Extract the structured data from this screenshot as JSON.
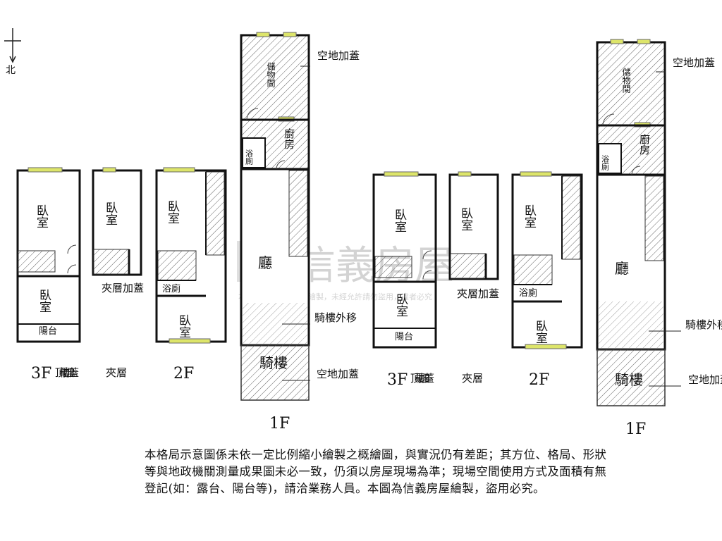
{
  "compass": "北",
  "watermark": {
    "brand": "信義房屋",
    "subtitle": "本格局圖為信義房屋繪製，未經允許請勿盜用，違者必究"
  },
  "rooms": {
    "bedroom": "臥室",
    "balcony": "陽台",
    "bath": "浴廁",
    "kitchen": "廚房",
    "storage": "儲物間",
    "living": "廳",
    "arcade": "騎樓"
  },
  "annotations": {
    "vacant_add": "空地加蓋",
    "arcade_move": "騎樓外移",
    "roof_add": "頂樓加蓋",
    "mezz_add": "夾層加蓋"
  },
  "floors": {
    "f3": "3F",
    "mezz": "夾層",
    "f2": "2F",
    "f1": "1F"
  },
  "disclaimer": "本格局示意圖係未依一定比例縮小繪製之概繪圖，與實況仍有差距；其方位、格局、形狀等與地政機關測量成果圖未必一致，仍須以房屋現場為準；現場空間使用方式及面積有無登記(如：露台、陽台等)，請洽業務人員。本圖為信義房屋繪製，盜用必究。"
}
